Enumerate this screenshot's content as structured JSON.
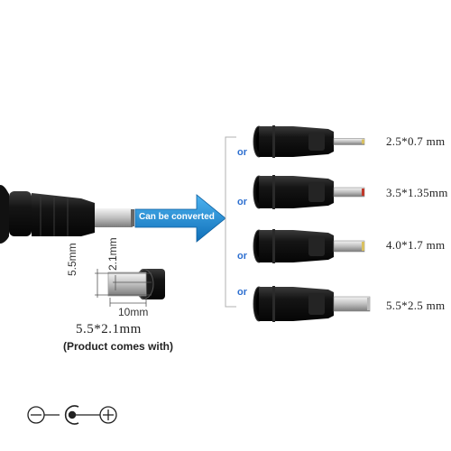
{
  "arrow": {
    "label": "Can be converted",
    "color": "#1e8fdb"
  },
  "or_label": "or",
  "or_color": "#2d6fd0",
  "adapters": [
    {
      "size": "2.5*0.7 mm",
      "tip_color": "#d8c060"
    },
    {
      "size": "3.5*1.35mm",
      "tip_color": "#c0392b"
    },
    {
      "size": "4.0*1.7 mm",
      "tip_color": "#d8c060"
    },
    {
      "size": "5.5*2.5 mm",
      "tip_color": "#bbbbbb"
    }
  ],
  "plug": {
    "dim_outer": "5.5mm",
    "dim_inner": "2.1mm",
    "dim_length": "10mm",
    "size": "5.5*2.1mm",
    "note": "(Product comes with)"
  },
  "polarity": {
    "icons": [
      "minus-icon",
      "center-pin-icon",
      "plus-icon"
    ]
  }
}
